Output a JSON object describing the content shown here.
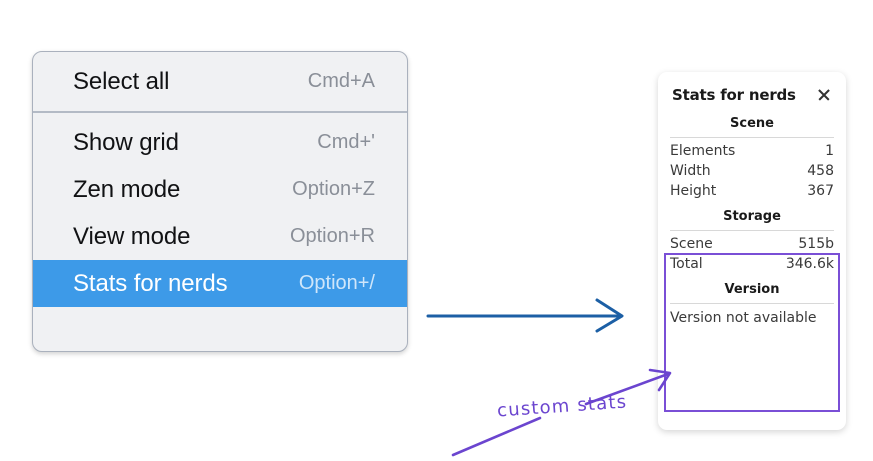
{
  "context_menu": {
    "name": "canvas-context-menu",
    "groups": [
      {
        "items": [
          {
            "label": "Select all",
            "shortcut": "Cmd+A",
            "selected": false
          }
        ]
      },
      {
        "items": [
          {
            "label": "Show grid",
            "shortcut": "Cmd+'",
            "selected": false
          },
          {
            "label": "Zen mode",
            "shortcut": "Option+Z",
            "selected": false
          },
          {
            "label": "View mode",
            "shortcut": "Option+R",
            "selected": false
          },
          {
            "label": "Stats for nerds",
            "shortcut": "Option+/",
            "selected": true
          }
        ]
      }
    ],
    "selected_bg": "#3d9ae8"
  },
  "stats_panel": {
    "title": "Stats for nerds",
    "close_icon": "close-icon",
    "sections": [
      {
        "heading": "Scene",
        "rows": [
          {
            "key": "Elements",
            "value": "1"
          },
          {
            "key": "Width",
            "value": "458"
          },
          {
            "key": "Height",
            "value": "367"
          }
        ]
      },
      {
        "heading": "Storage",
        "rows": [
          {
            "key": "Scene",
            "value": "515b"
          },
          {
            "key": "Total",
            "value": "346.6k"
          }
        ]
      },
      {
        "heading": "Version",
        "text": "Version not available"
      }
    ]
  },
  "annotations": {
    "note": "custom stats",
    "arrow_color_blue": "#1c5fa5",
    "arrow_color_purple": "#6b45cf",
    "highlight_color": "#7a4fd6"
  }
}
